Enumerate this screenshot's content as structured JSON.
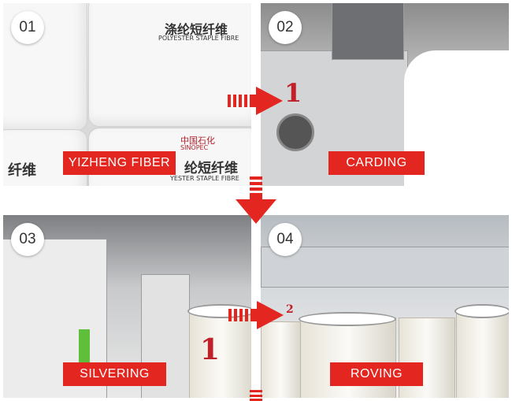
{
  "steps": [
    {
      "number": "01",
      "label": "YIZHENG FIBER"
    },
    {
      "number": "02",
      "label": "CARDING"
    },
    {
      "number": "03",
      "label": "SILVERING"
    },
    {
      "number": "04",
      "label": "ROVING"
    }
  ],
  "scene_text": {
    "bale_title": "涤纶短纤维",
    "bale_subtitle": "POLYESTER STAPLE FIBRE",
    "bale_brand_cn": "中国石化",
    "bale_brand_en": "SINOPEC",
    "bale_title_lower": "纤维",
    "bale_title_lower2": "纶短纤维",
    "bale_subtitle_lower": "YESTER STAPLE FIBRE",
    "machine_mark": "1",
    "can_mark": "1",
    "roving_mark": "2"
  },
  "colors": {
    "label_bg": "#e3261f",
    "arrow_red": "#e3261f",
    "badge_bg": "#ffffff"
  },
  "icons": [
    "right-arrow-icon",
    "down-arrow-icon"
  ]
}
